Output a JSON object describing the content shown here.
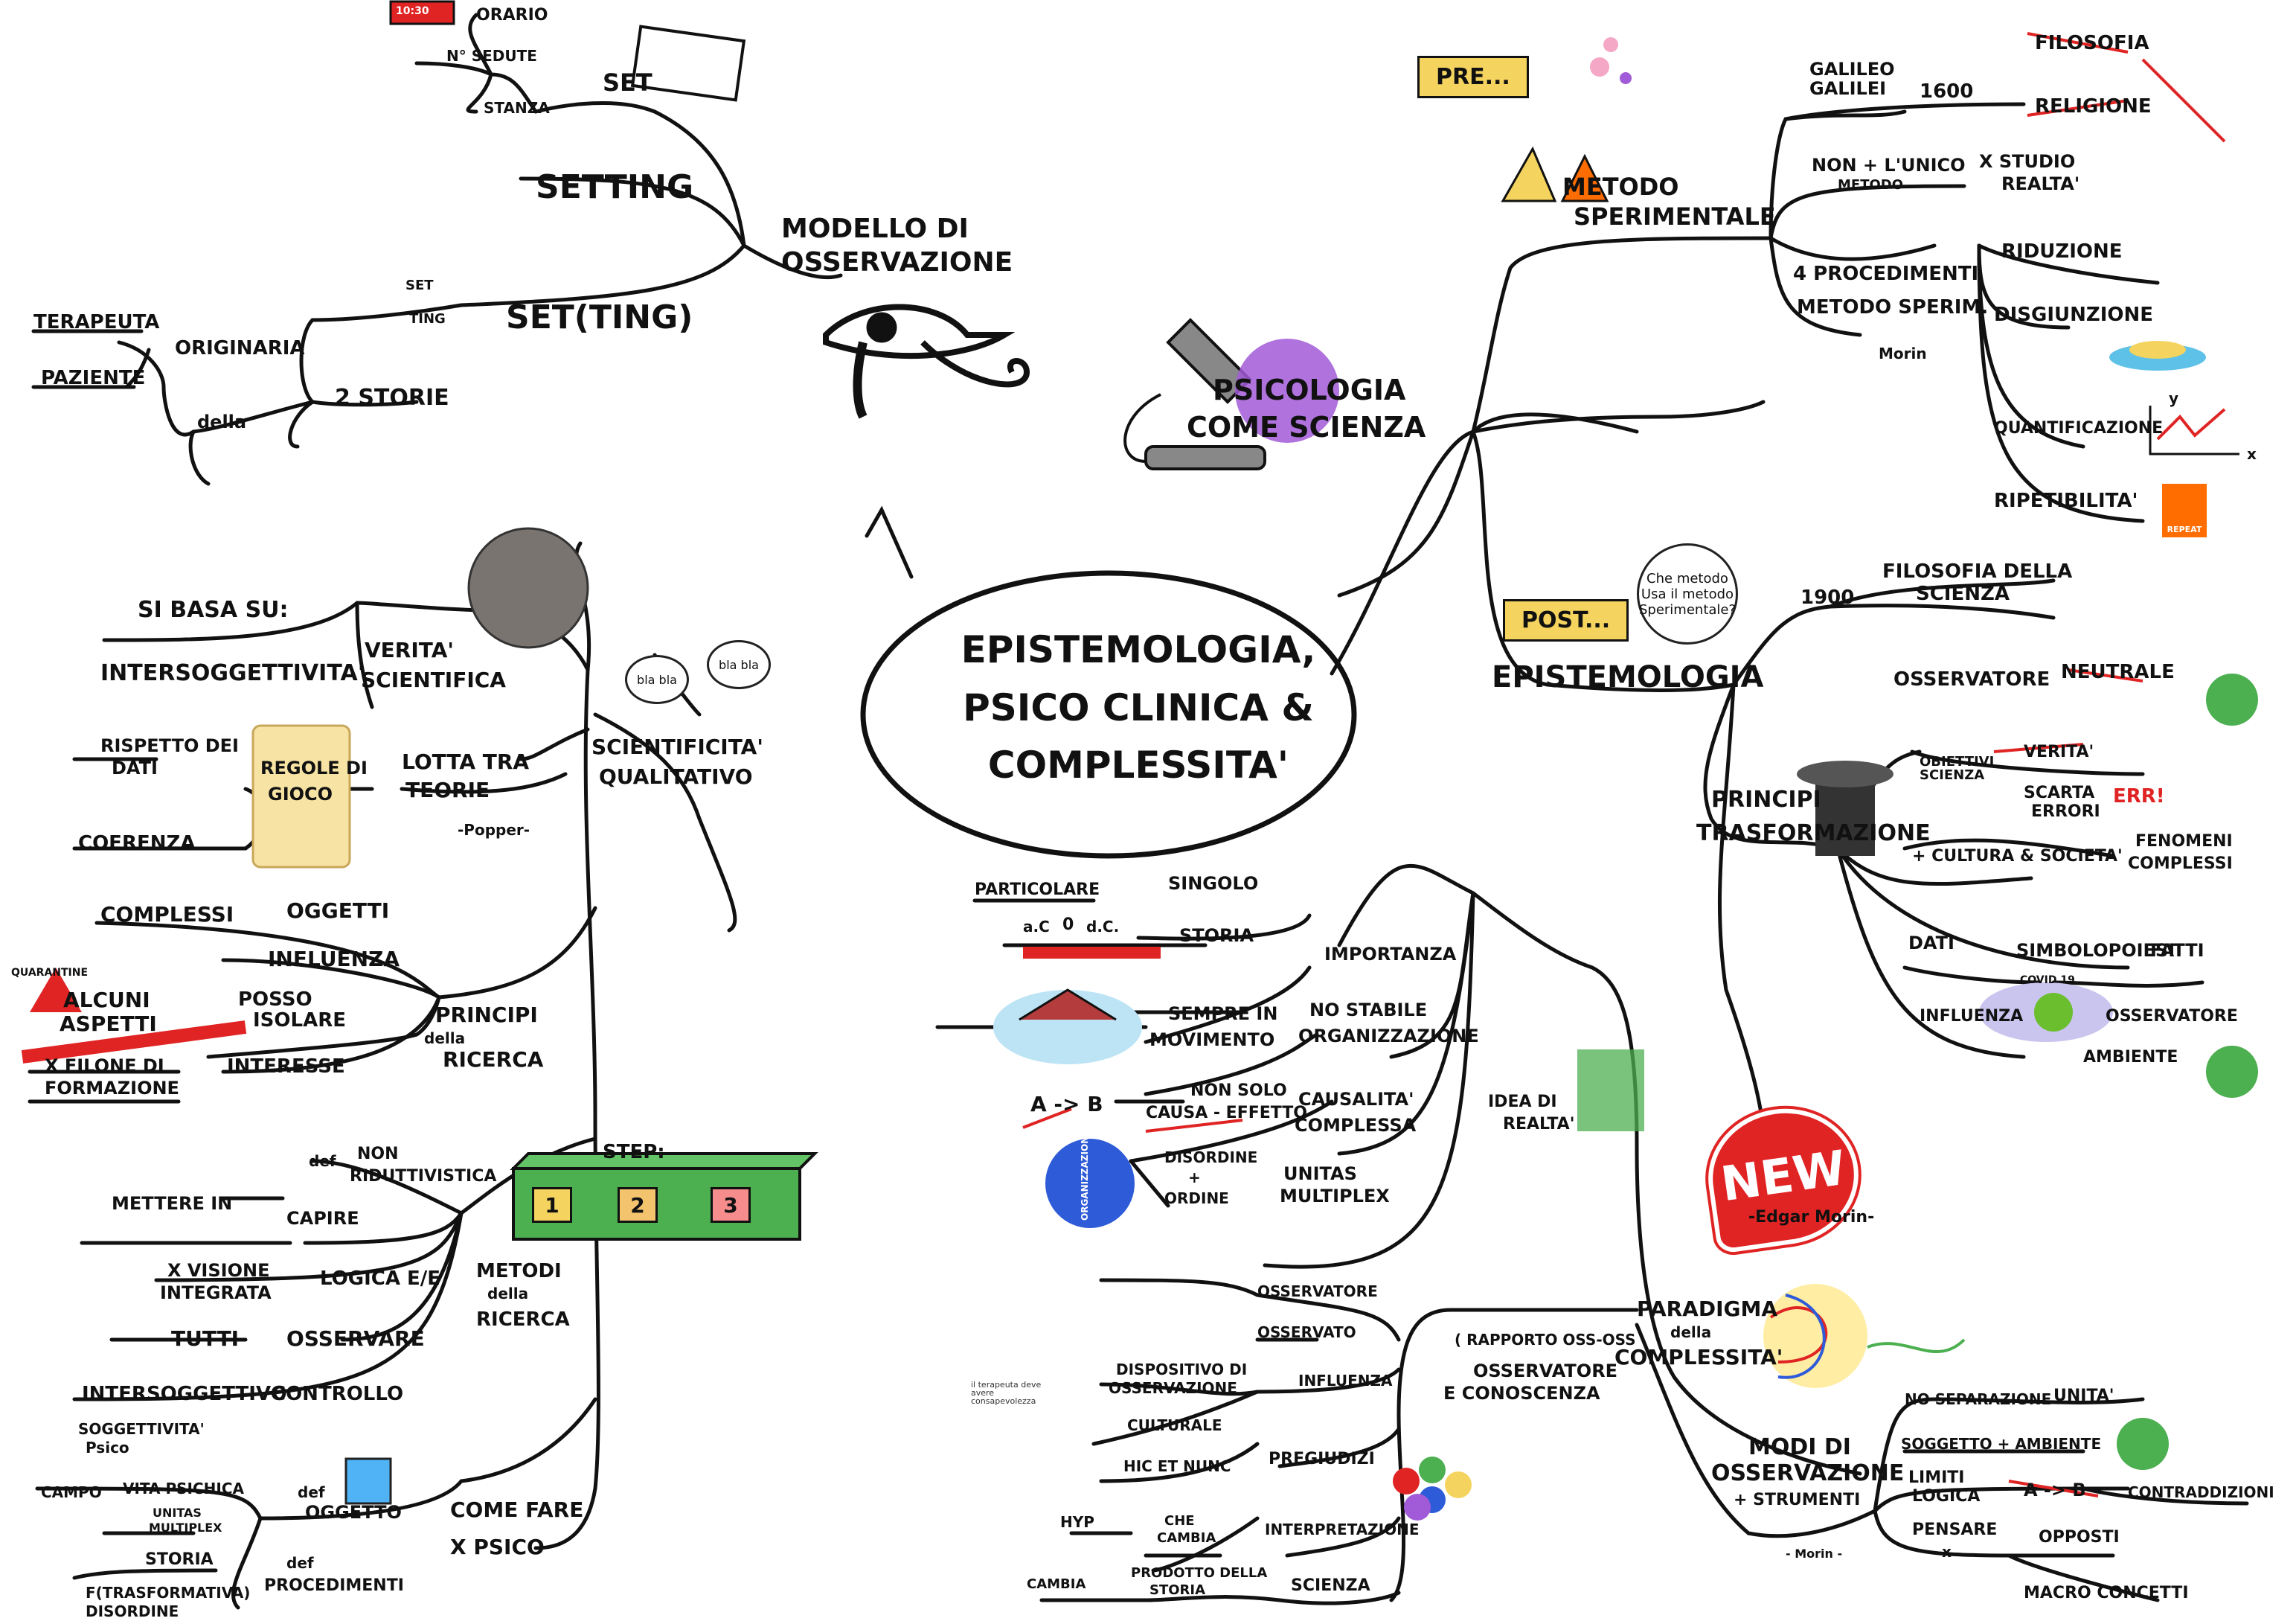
{
  "center": {
    "line1": "EPISTEMOLOGIA,",
    "line2": "PSICO CLINICA &",
    "line3": "COMPLESSITA'"
  },
  "top_left": {
    "title_line1": "MODELLO di",
    "title_line2": "OSSERVAZIONE",
    "orario": "ORARIO",
    "n_sedute": "n° SEDUTE",
    "stanza": "STANZA",
    "set": "SET",
    "setting": "SETTING",
    "set_ting": "SET(TING)",
    "set_small": "SET",
    "ting_small": "TING",
    "terapeuta": "TERAPEUTA",
    "paziente": "PAZIENTE",
    "originaria": "ORIGINARIA",
    "due_storie": "2 STORIE",
    "della": "della",
    "clock": "10:30"
  },
  "top_right": {
    "pre": "PRE...",
    "galileo": "GALILEO GALILEI",
    "year_1600": "1600",
    "filosofia": "FILOSOFIA",
    "religione": "RELIGIONE",
    "metodo_sperimentale_1": "METODO",
    "metodo_sperimentale_2": "SPERIMENTALE",
    "non_unico_1": "NON + L'UNICO",
    "non_unico_2": "METODO",
    "x_studio_1": "x STUDIO",
    "x_studio_2": "REALTA'",
    "procedimenti_1": "4 PROCEDIMENTI",
    "procedimenti_2": "METODO SPERIM.",
    "morin": "Morin",
    "riduzione": "RIDUZIONE",
    "disgiunzione": "DISGIUNZIONE",
    "quantificazione": "QUANTIFICAZIONE",
    "ripetibilita": "RIPETIBILITA'",
    "repeat": "REPEAT",
    "psicologia_1": "PSICOLOGIA",
    "psicologia_2": "COME SCIENZA",
    "axis_y": "y",
    "axis_x": "x"
  },
  "right_mid": {
    "post": "POST...",
    "bubble": "Che metodo Usa il metodo Sperimentale?",
    "epistemologia": "EPISTEMOLOGIA",
    "year_1900": "1900",
    "filosofia_scienza_1": "FILOSOFIA della",
    "filosofia_scienza_2": "SCIENZA",
    "osservatore": "OSSERVATORE",
    "neutrale": "NEUTRALE",
    "principi_1": "PRINCIPI",
    "principi_2": "TRASFORMAZIONE",
    "obiettivi": "OBIETTIVI SCIENZA",
    "verita": "VERITA'",
    "scarta_errori_1": "SCARTA",
    "scarta_errori_2": "ERRORI",
    "err": "ERR!",
    "cultura": "+ CULTURA & SOCIETA'",
    "fenomeni_1": "FENOMENI",
    "fenomeni_2": "COMPLESSI",
    "dati": "DATI",
    "simbolopoiesi": "SIMBOLOPOIESI",
    "fatti": "FATTI",
    "influenza": "INFLUENZA",
    "covid": "COVID 19",
    "osservatore2": "OSSERVATORE",
    "ambiente": "AMBIENTE"
  },
  "center_bottom": {
    "particolare": "PARTICOLARE",
    "singolo": "SINGOLO",
    "ac": "a.C",
    "zero": "0",
    "dc": "d.C.",
    "storia": "STORIA",
    "importanza": "IMPORTANZA",
    "sempre_1": "SEMPRE in",
    "sempre_2": "MOVIMENTO",
    "stabile_1": "NO STABILE",
    "stabile_2": "ORGANIZZAZIONE",
    "a_b": "A -> B",
    "non_solo_1": "NON Solo",
    "non_solo_2": "CAUSA - EFFETTO",
    "causalita_1": "CAUSALITA'",
    "causalita_2": "COMPLESSA",
    "disordine": "DISORDINE",
    "plus": "+",
    "ordine": "ORDINE",
    "organizzazione": "ORGANIZZAZIONE",
    "unitas_1": "UNITAS",
    "unitas_2": "MULTIPLEX",
    "idea_1": "IDEA di",
    "idea_2": "REALTA'",
    "new": "NEW",
    "edgar": "-Edgar Morin-",
    "paradigma_1": "PARADIGMA",
    "paradigma_2": "della",
    "paradigma_3": "COMPLESSITA'",
    "osservatore": "OSSERVATORE",
    "osservato": "OSSERVATO",
    "dispositivo_1": "DISPOSITIVO DI",
    "dispositivo_2": "OSSERVAZIONE",
    "influenza": "INFLUENZA",
    "rapporto_1": "( RAPPORTO OSS-OSS",
    "rapporto_2": "OSSERVATORE",
    "rapporto_3": "e CONOSCENZA",
    "culturale": "CULTURALE",
    "hic_nunc": "HIC et NUNC",
    "pregiudizi": "PREGIUDIZI",
    "terapeuta_note": "il terapeuta deve avere consapevolezza",
    "hyp": "HYP",
    "che_cambia_1": "CHE",
    "che_cambia_2": "CAMBIA",
    "interpretazione": "INTERPRETAZIONE",
    "cambia": "CAMBIA",
    "prodotto_1": "PRODOTTO della",
    "prodotto_2": "STORIA",
    "scienza": "SCIENZA",
    "modi_1": "MODI di",
    "modi_2": "OSSERVAZIONE",
    "modi_3": "+ STRUMENTI",
    "no_separazione": "NO SEPARAZIONE",
    "unita": "UNITA'",
    "soggetto": "SOGGETTO + AMBIENTE",
    "limiti_1": "LIMITI",
    "limiti_2": "LOGICA",
    "contraddizioni": "CONTRADDIZIONI",
    "pensare_1": "PENSARE",
    "pensare_2": "x",
    "opposti": "OPPOSTI",
    "macro": "MACRO CONCETTI",
    "morin2": "- Morin -",
    "a_b2": "A -> B"
  },
  "left": {
    "si_basa": "SI BASA SU:",
    "intersoggettivita": "INTERSOGGETTIVITA'",
    "verita_1": "VERITA'",
    "verita_2": "SCIENTIFICA",
    "rispetto_1": "RISPETTO dei",
    "rispetto_2": "DATI",
    "regole_1": "REGOLE di",
    "regole_2": "GIOCO",
    "lotta_1": "LOTTA TRA",
    "lotta_2": "TEORIE",
    "popper": "-Popper-",
    "coerenza": "COERENZA",
    "scientificita_1": "SCIENTIFICITA'",
    "scientificita_2": "QUALITATIVO",
    "bla1": "bla bla",
    "bla2": "bla bla",
    "complessi": "COMPLESSI",
    "oggetti": "OGGETTI",
    "influenza": "INFLUENZA",
    "quarantine": "QUARANTINE",
    "alcuni_1": "ALCUNI",
    "alcuni_2": "ASPETTI",
    "posso_1": "POSSO",
    "posso_2": "ISOLARE",
    "principi_1": "PRINCIPI",
    "principi_2": "della",
    "principi_3": "RICERCA",
    "interesse": "INTERESSE",
    "filone_1": "X FILONE di",
    "filone_2": "FORMAZIONE",
    "step": "STEP:",
    "s1": "1",
    "s2": "2",
    "s3": "3",
    "def": "def",
    "non_riduttivistica_1": "NON",
    "non_riduttivistica_2": "RIDUTTIVISTICA",
    "mettere": "METTERE in",
    "capire": "CAPIRE",
    "visione_1": "X VISIONE",
    "visione_2": "INTEGRATA",
    "logica": "LOGICA E/E",
    "metodi_1": "METODI",
    "metodi_2": "della",
    "metodi_3": "RICERCA",
    "tutti": "TUTTI",
    "osservare": "OSSERVARE",
    "intersoggettivo": "INTERSOGGETTIVO",
    "controllo": "CONTROLLO",
    "soggettivita_1": "SOGGETTIVITA'",
    "soggettivita_2": "Psico",
    "campo": "CAMPO",
    "vita_psichica": "VITA PSICHICA",
    "unitas_1": "UNITAS",
    "unitas_2": "MULTIPLEX",
    "storia": "STORIA",
    "trasformativa_1": "f(TRASFORMATIVA)",
    "trasformativa_2": "DISORDINE",
    "def_oggetto_1": "def",
    "def_oggetto_2": "OGGETTO",
    "def_proc_1": "def",
    "def_proc_2": "PROCEDIMENTI",
    "come_fare_1": "COME FARE",
    "come_fare_2": "X PSICO"
  },
  "colors": {
    "yellow": "#f4d35e",
    "red": "#e02424",
    "green": "#4caf50",
    "purple": "#a25bd8",
    "blue": "#2e5bd8",
    "orange": "#ff6d00"
  }
}
